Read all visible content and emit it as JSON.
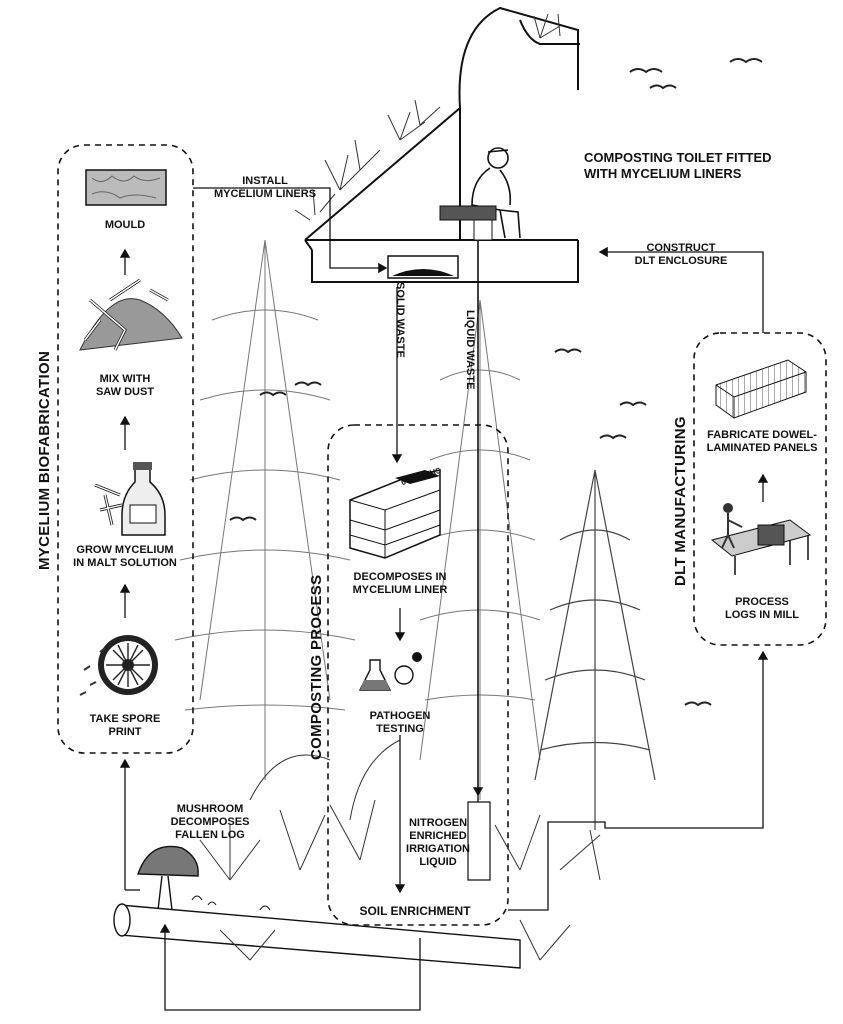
{
  "sections": {
    "mycelium": "MYCELIUM BIOFABRICATION",
    "composting": "COMPOSTING PROCESS",
    "dlt": "DLT MANUFACTURING"
  },
  "labels": {
    "mould": "MOULD",
    "mix": "MIX WITH\nSAW DUST",
    "grow": "GROW MYCELIUM\nIN MALT SOLUTION",
    "spore": "TAKE SPORE\nPRINT",
    "install": "INSTALL\nMYCELIUM LINERS",
    "toilet": "COMPOSTING TOILET FITTED\nWITH MYCELIUM LINERS",
    "construct": "CONSTRUCT\nDLT ENCLOSURE",
    "fabricate": "FABRICATE DOWEL-\nLAMINATED PANELS",
    "process": "PROCESS\nLOGS IN MILL",
    "solid": "SOLID WASTE",
    "liquid": "LIQUID WASTE",
    "decomposes": "DECOMPOSES IN\nMYCELIUM LINER",
    "months": "6 MONTHS",
    "pathogen": "PATHOGEN\nTESTING",
    "mushroom": "MUSHROOM\nDECOMPOSES\nFALLEN LOG",
    "nitrogen": "NITROGEN\nENRICHED\nIRRIGATION\nLIQUID",
    "soil": "SOIL ENRICHMENT"
  },
  "icons": {
    "mould": "mould-tray-icon",
    "mix": "sawdust-mycelium-icon",
    "grow": "malt-bottle-icon",
    "spore": "spore-print-icon",
    "panels": "dlt-panel-icon",
    "mill": "sawmill-icon",
    "bins": "compost-bins-icon",
    "flask": "lab-flask-icon",
    "mushroom": "mushroom-icon",
    "person": "seated-person-icon",
    "bird": "bird-icon",
    "tree": "tree-icon"
  }
}
